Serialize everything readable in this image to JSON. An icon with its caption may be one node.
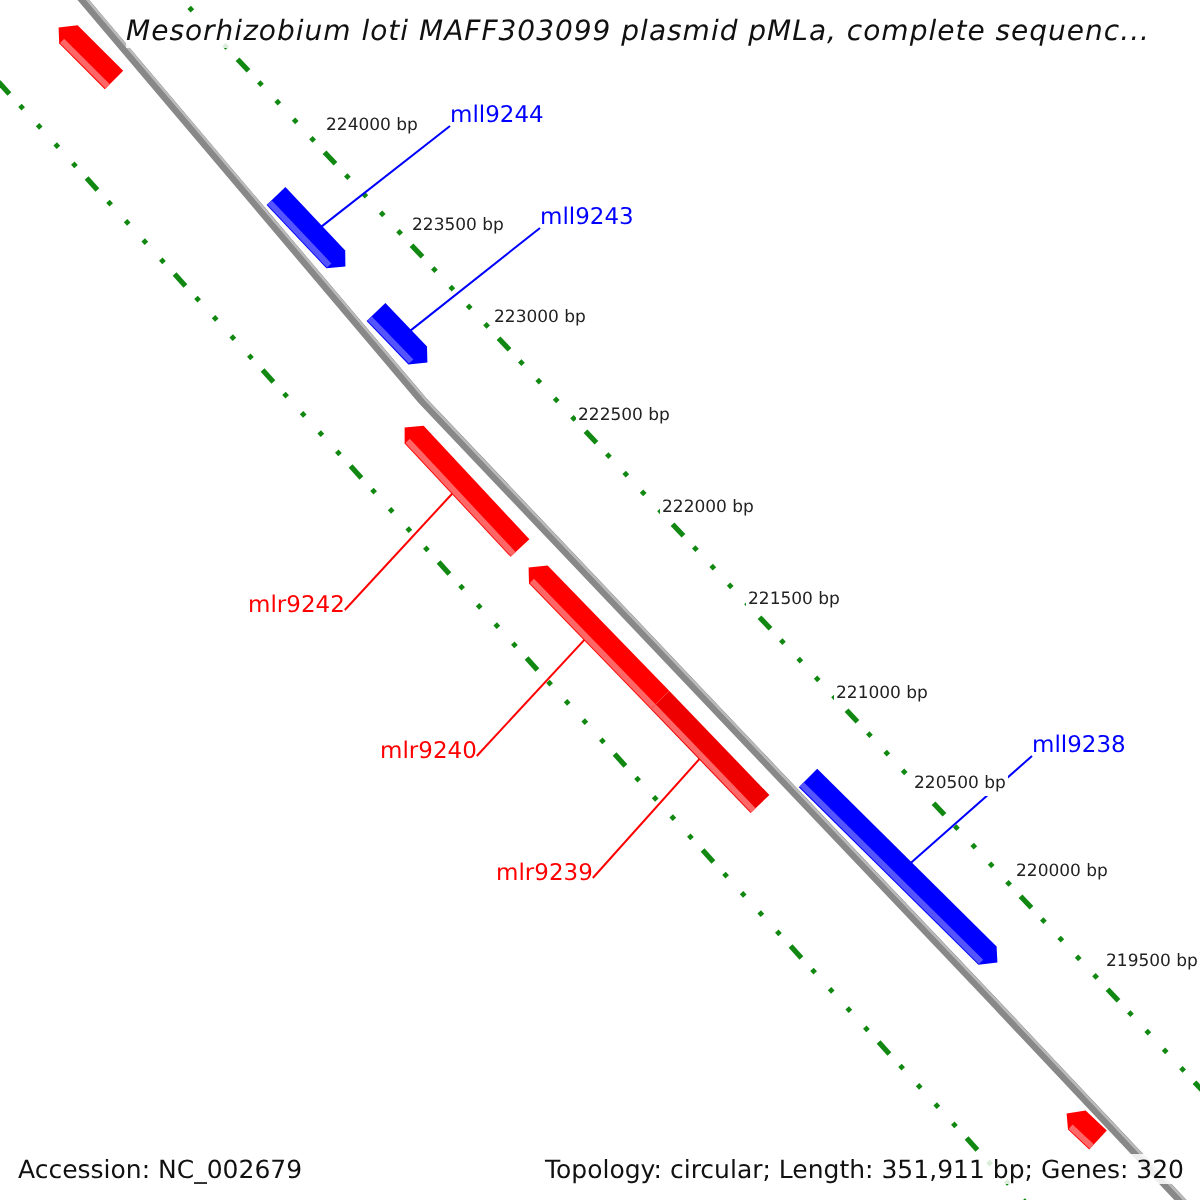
{
  "diagram": {
    "title": "Mesorhizobium loti MAFF303099 plasmid pMLa, complete sequenc...",
    "nodes": [
      {
        "text": [],
        "shape": "bar"
      },
      {
        "text": [
          "mll9244"
        ]
      },
      {
        "text": [],
        "shape": "bar"
      },
      {
        "text": [
          "mll9243"
        ]
      },
      {
        "text": [],
        "shape": "bar"
      },
      {
        "text": [],
        "shape": "bar"
      },
      {
        "text": [
          "mlr9242"
        ]
      },
      {
        "text": [],
        "shape": "bar"
      },
      {
        "text": [
          "mlr9240"
        ]
      },
      {
        "text": [],
        "shape": "bar"
      },
      {
        "text": [
          "mlr9239"
        ]
      },
      {
        "text": [
          "mll9238"
        ]
      },
      {
        "text": [],
        "shape": "bar"
      },
      {
        "text": [],
        "shape": "bar"
      }
    ],
    "edges": [
      {
        "from": 1,
        "to": 2,
        "arrow": "none",
        "color": "#0000ff"
      },
      {
        "from": 3,
        "to": 4,
        "arrow": "none",
        "color": "#0000ff"
      },
      {
        "from": 6,
        "to": 5,
        "arrow": "none",
        "color": "#ff0000"
      },
      {
        "from": 8,
        "to": 7,
        "arrow": "none",
        "color": "#ff0000"
      },
      {
        "from": 10,
        "to": 9,
        "arrow": "none",
        "color": "#ff0000"
      },
      {
        "from": 11,
        "to": 12,
        "arrow": "none",
        "color": "#0000ff"
      }
    ],
    "labels": [
      "224000 bp",
      "223500 bp",
      "223000 bp",
      "222500 bp",
      "222000 bp",
      "221500 bp",
      "221000 bp",
      "220500 bp",
      "220000 bp",
      "219500 bp",
      "Accession: NC_002679",
      "Topology: circular; Length: 351,911 bp; Genes: 320"
    ]
  }
}
